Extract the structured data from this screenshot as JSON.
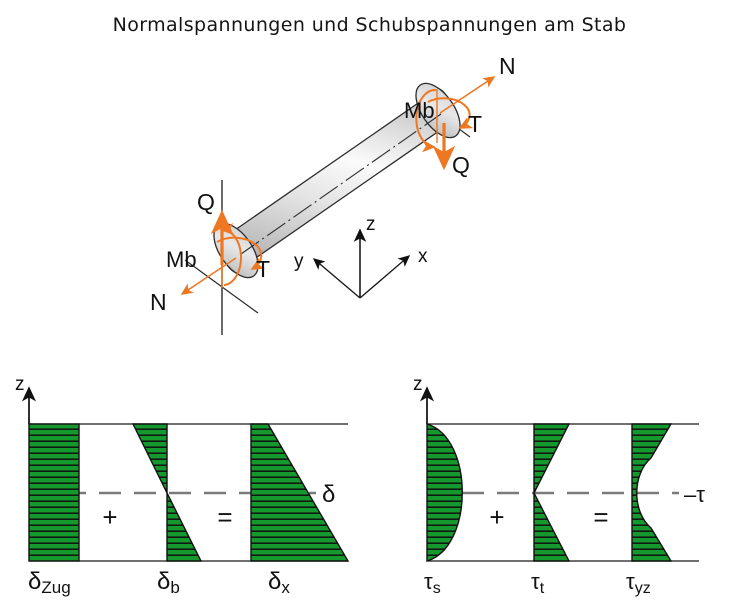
{
  "figure": {
    "title": "Normalspannungen und Schubspannungen am Stab",
    "background": "#ffffff"
  },
  "colors": {
    "stress_fill": "#15992f",
    "hatch_line": "#111111",
    "force_arrow": "#ee7722",
    "outline": "#1a1a1a",
    "dashed_axis": "#7a7a7a",
    "cylinder_light": "#ffffff",
    "cylinder_mid": "#d9d9d9",
    "cylinder_dark": "#8e8e8e"
  },
  "beam_diagram": {
    "name": "rod-3d-free-body",
    "shape": "cylindrical-rod",
    "right_end_loads": [
      {
        "symbol": "N",
        "icon": "arrow-up-right-icon",
        "type": "normal-force"
      },
      {
        "symbol": "Mb",
        "icon": "moment-arc-icon",
        "type": "bending-moment"
      },
      {
        "symbol": "T",
        "icon": "torsion-arc-icon",
        "type": "torsion-moment"
      },
      {
        "symbol": "Q",
        "icon": "arrow-down-icon",
        "type": "shear-force"
      }
    ],
    "left_end_loads": [
      {
        "symbol": "Q",
        "icon": "arrow-up-icon",
        "type": "shear-force"
      },
      {
        "symbol": "Mb",
        "icon": "moment-arc-icon",
        "type": "bending-moment"
      },
      {
        "symbol": "N",
        "icon": "arrow-down-left-icon",
        "type": "normal-force"
      },
      {
        "symbol": "T",
        "icon": "torsion-arc-icon",
        "type": "torsion-moment"
      }
    ],
    "coordinate_system": {
      "name": "xyz-triad",
      "axes": [
        {
          "label": "z",
          "direction": "up"
        },
        {
          "label": "x",
          "direction": "up-right"
        },
        {
          "label": "y",
          "direction": "up-left"
        }
      ]
    }
  },
  "normal_stress_diagram": {
    "name": "normal-stress-superposition",
    "axis_label": "z",
    "resultant_axis_label": "δ",
    "operators": [
      "+",
      "="
    ],
    "terms": [
      {
        "label": "δ",
        "sub": "Zug",
        "profile": "uniform-rectangle",
        "description": "constant tensile stress over full height"
      },
      {
        "label": "δ",
        "sub": "b",
        "profile": "linear-antisymmetric",
        "description": "bending stress, linear, zero at neutral axis"
      },
      {
        "label": "δ",
        "sub": "x",
        "profile": "linear-trapezoid",
        "description": "superposed total normal stress"
      }
    ]
  },
  "shear_stress_diagram": {
    "name": "shear-stress-superposition",
    "axis_label": "z",
    "resultant_axis_label": "–τ",
    "operators": [
      "+",
      "="
    ],
    "terms": [
      {
        "label": "τ",
        "sub": "s",
        "profile": "parabolic",
        "description": "transverse shear, parabolic over height"
      },
      {
        "label": "τ",
        "sub": "t",
        "profile": "bowtie-linear",
        "description": "torsional shear, linear, zero at centre"
      },
      {
        "label": "τ",
        "sub": "yz",
        "profile": "combined-curved",
        "description": "superposed total shear stress"
      }
    ]
  }
}
